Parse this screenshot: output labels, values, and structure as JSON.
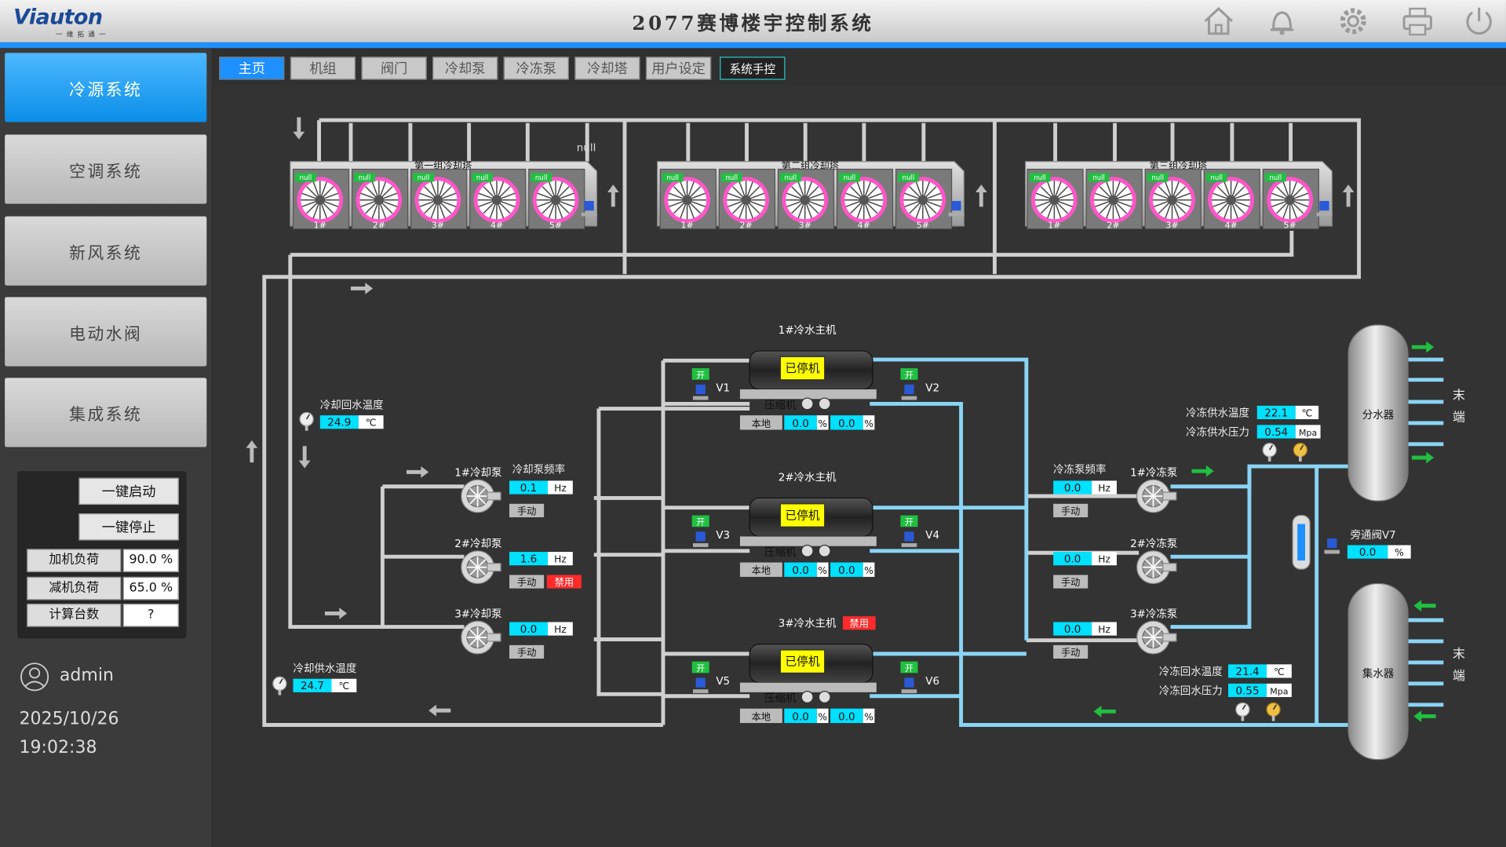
{
  "app": {
    "logo": "Viauton",
    "logo_sub": "一 维 拓 通 一",
    "title": "2077赛博楼宇控制系统"
  },
  "sidebar": {
    "items": [
      {
        "label": "冷源系统",
        "active": true
      },
      {
        "label": "空调系统"
      },
      {
        "label": "新风系统"
      },
      {
        "label": "电动水阀"
      },
      {
        "label": "集成系统"
      }
    ]
  },
  "controls": {
    "start_all": "一键启动",
    "stop_all": "一键停止",
    "add_load_label": "加机负荷",
    "add_load_value": "90.0 %",
    "reduce_load_label": "减机负荷",
    "reduce_load_value": "65.0 %",
    "count_label": "计算台数",
    "count_value": "?"
  },
  "user": {
    "name": "admin",
    "date": "2025/10/26",
    "time": "19:02:38"
  },
  "tabs": [
    "主页",
    "机组",
    "阀门",
    "冷却泵",
    "冷冻泵",
    "冷却塔",
    "用户设定",
    "系统手控"
  ],
  "towers": {
    "groups": [
      "第一组冷却塔",
      "第二组冷却塔",
      "第三组冷却塔"
    ],
    "fan_status": "null",
    "fan_labels": [
      "1#",
      "2#",
      "3#",
      "4#",
      "5#"
    ],
    "extra_null": "null"
  },
  "cooling": {
    "return_temp_label": "冷却回水温度",
    "return_temp_value": "24.9",
    "supply_temp_label": "冷却供水温度",
    "supply_temp_value": "24.7",
    "unit_c": "℃",
    "pump_freq_label": "冷却泵频率",
    "pumps": [
      {
        "name": "1#冷却泵",
        "freq": "0.1",
        "mode": "手动",
        "disabled": ""
      },
      {
        "name": "2#冷却泵",
        "freq": "1.6",
        "mode": "手动",
        "disabled": "禁用"
      },
      {
        "name": "3#冷却泵",
        "freq": "0.0",
        "mode": "手动",
        "disabled": ""
      }
    ],
    "unit_hz": "Hz"
  },
  "chillers": [
    {
      "name": "1#冷水主机",
      "status": "已停机",
      "disabled": "",
      "valve_left": "V1",
      "valve_right": "V2",
      "valve_state": "开",
      "comp_label": "压缩机",
      "local": "本地",
      "val1": "0.0",
      "val2": "0.0",
      "pct": "%"
    },
    {
      "name": "2#冷水主机",
      "status": "已停机",
      "disabled": "",
      "valve_left": "V3",
      "valve_right": "V4",
      "valve_state": "开",
      "comp_label": "压缩机",
      "local": "本地",
      "val1": "0.0",
      "val2": "0.0",
      "pct": "%"
    },
    {
      "name": "3#冷水主机",
      "status": "已停机",
      "disabled": "禁用",
      "valve_left": "V5",
      "valve_right": "V6",
      "valve_state": "开",
      "comp_label": "压缩机",
      "local": "本地",
      "val1": "0.0",
      "val2": "0.0",
      "pct": "%"
    }
  ],
  "chilled": {
    "pump_freq_label": "冷冻泵频率",
    "pumps": [
      {
        "name": "1#冷冻泵",
        "freq": "0.0",
        "mode": "手动"
      },
      {
        "name": "2#冷冻泵",
        "freq": "0.0",
        "mode": "手动"
      },
      {
        "name": "3#冷冻泵",
        "freq": "0.0",
        "mode": "手动"
      }
    ],
    "supply_temp_label": "冷冻供水温度",
    "supply_temp_value": "22.1",
    "supply_press_label": "冷冻供水压力",
    "supply_press_value": "0.54",
    "return_temp_label": "冷冻回水温度",
    "return_temp_value": "21.4",
    "return_press_label": "冷冻回水压力",
    "return_press_value": "0.55",
    "unit_mpa": "Mpa",
    "bypass_label": "旁通阀V7",
    "bypass_value": "0.0",
    "bypass_unit": "%"
  },
  "vessels": {
    "distributor": "分水器",
    "collector": "集水器",
    "terminal_1": "末",
    "terminal_2": "端"
  },
  "colors": {
    "accent": "#1e90ff",
    "pipe_chilled": "#8ad4f5",
    "pipe_cooling": "#cfcfcf",
    "value_bg": "#00e0ff",
    "status_yellow": "#ffff00",
    "disabled_red": "#ff2a2a"
  }
}
